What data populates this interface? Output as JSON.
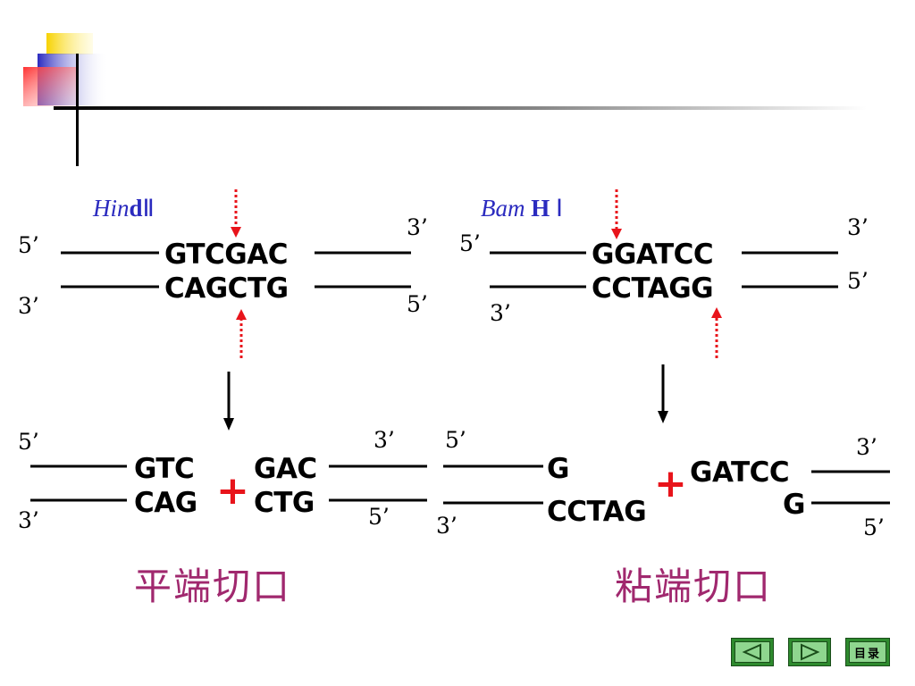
{
  "left_panel": {
    "enzyme": {
      "italic": "Hin",
      "roman": "d",
      "numeral": "Ⅱ"
    },
    "top_strand": {
      "left_end": "5’",
      "sequence": "GTCGAC",
      "right_end": "3’"
    },
    "bottom_strand": {
      "left_end": "3’",
      "sequence": "CAGCTG",
      "right_end": "5’"
    },
    "product_left": {
      "top_end": "5’",
      "bottom_end": "3’",
      "top": "GTC",
      "bottom": "CAG"
    },
    "product_right": {
      "top": "GAC",
      "bottom": "CTG",
      "top_end": "3’",
      "bottom_end": "5’"
    },
    "plus": "+",
    "caption": "平端切口"
  },
  "right_panel": {
    "enzyme": {
      "italic": "Bam",
      "roman": "H",
      "numeral": "Ⅰ"
    },
    "top_strand": {
      "left_end": "5’",
      "sequence": "GGATCC",
      "right_end": "3’"
    },
    "bottom_strand": {
      "left_end": "3’",
      "sequence": "CCTAGG",
      "right_end": "5’"
    },
    "product_left": {
      "top_end": "5’",
      "bottom_end": "3’",
      "top": "G",
      "bottom": "CCTAG"
    },
    "product_right": {
      "top": "GATCC",
      "bottom": "G",
      "top_end": "3’",
      "bottom_end": "5’"
    },
    "plus": "+",
    "caption": "粘端切口"
  },
  "navigation": {
    "prev_icon": "triangle-left-icon",
    "next_icon": "triangle-right-icon",
    "menu_label": "目录"
  },
  "colors": {
    "enzyme_name": "#2b2bbf",
    "cut_arrow": "#e8141b",
    "plus_sign": "#e8141b",
    "caption": "#a0286e",
    "nav_button": "#8fd68f"
  }
}
